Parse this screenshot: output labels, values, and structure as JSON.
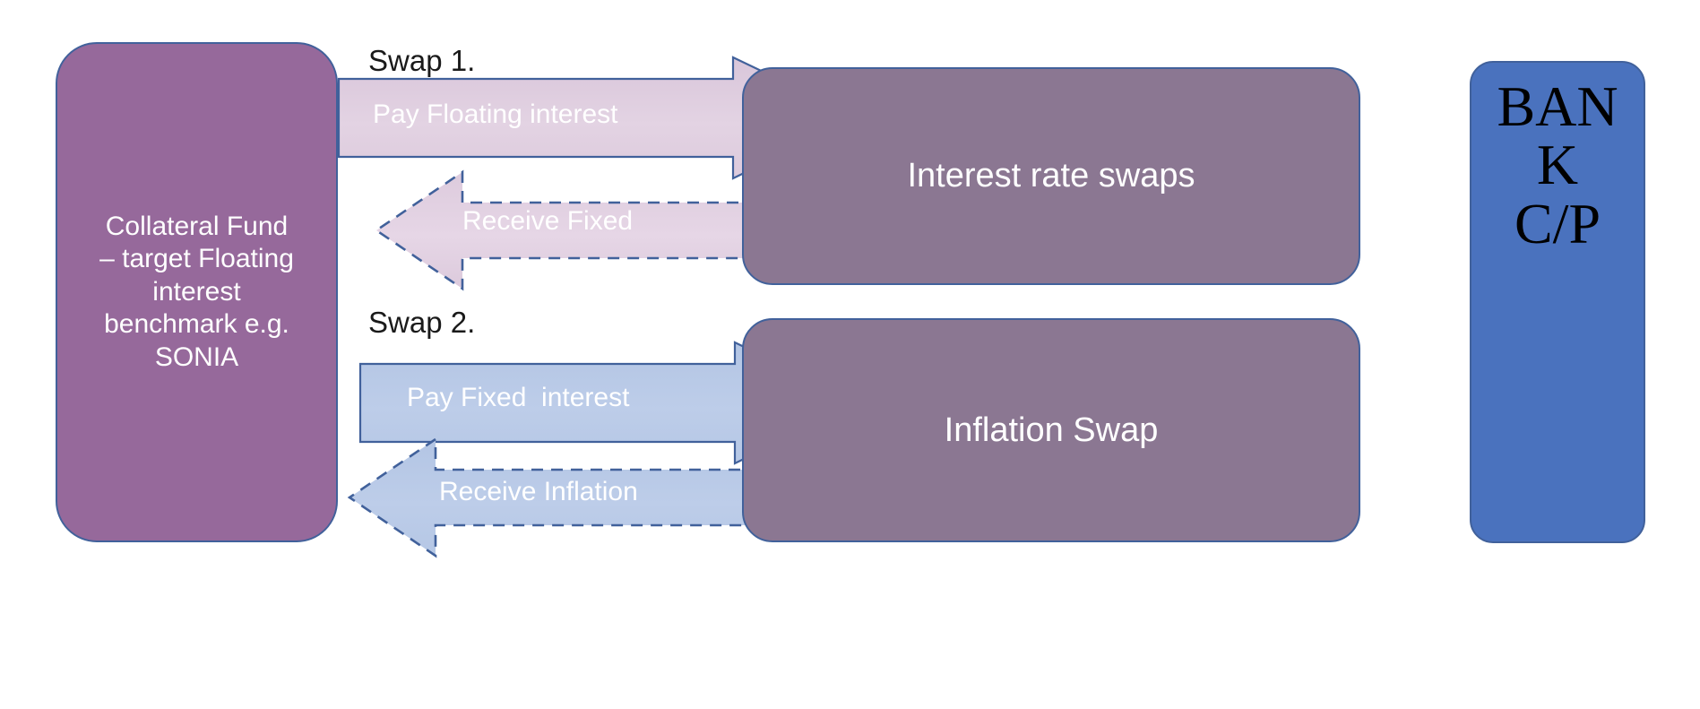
{
  "diagram": {
    "title": "Collateral fund swap structure",
    "colors": {
      "left_box_fill": "#96699B",
      "counterparty_box_fill": "#8B7792",
      "bank_box_fill": "#4A72BE",
      "outline": "#41619B",
      "pink_arrow_fill": "#E0CFE0",
      "blue_arrow_fill": "#B8C9E6",
      "text_on_fill": "#FFFFFF",
      "caption_text": "#1A1A1A",
      "background": "#FFFFFF"
    }
  },
  "entities": {
    "collateral_fund": {
      "label": "Collateral Fund\n– target Floating\ninterest\nbenchmark e.g.\nSONIA"
    },
    "interest_rate_swaps": {
      "label": "Interest rate swaps"
    },
    "inflation_swap": {
      "label": "Inflation Swap"
    },
    "bank_counterparty": {
      "label": "BAN\nK\nC/P"
    }
  },
  "captions": {
    "swap1": "Swap 1.",
    "swap2": "Swap 2."
  },
  "flows": [
    {
      "id": "pay-floating-interest",
      "label": "Pay Floating interest",
      "direction": "right",
      "style": "solid",
      "color": "#E0CFE0",
      "group": "Swap 1."
    },
    {
      "id": "receive-fixed",
      "label": "Receive Fixed",
      "direction": "left",
      "style": "dashed",
      "color": "#E0CFE0",
      "group": "Swap 1."
    },
    {
      "id": "pay-fixed-interest",
      "label": "Pay Fixed  interest",
      "direction": "right",
      "style": "solid",
      "color": "#B8C9E6",
      "group": "Swap 2."
    },
    {
      "id": "receive-inflation",
      "label": "Receive Inflation",
      "direction": "left",
      "style": "dashed",
      "color": "#B8C9E6",
      "group": "Swap 2."
    }
  ]
}
